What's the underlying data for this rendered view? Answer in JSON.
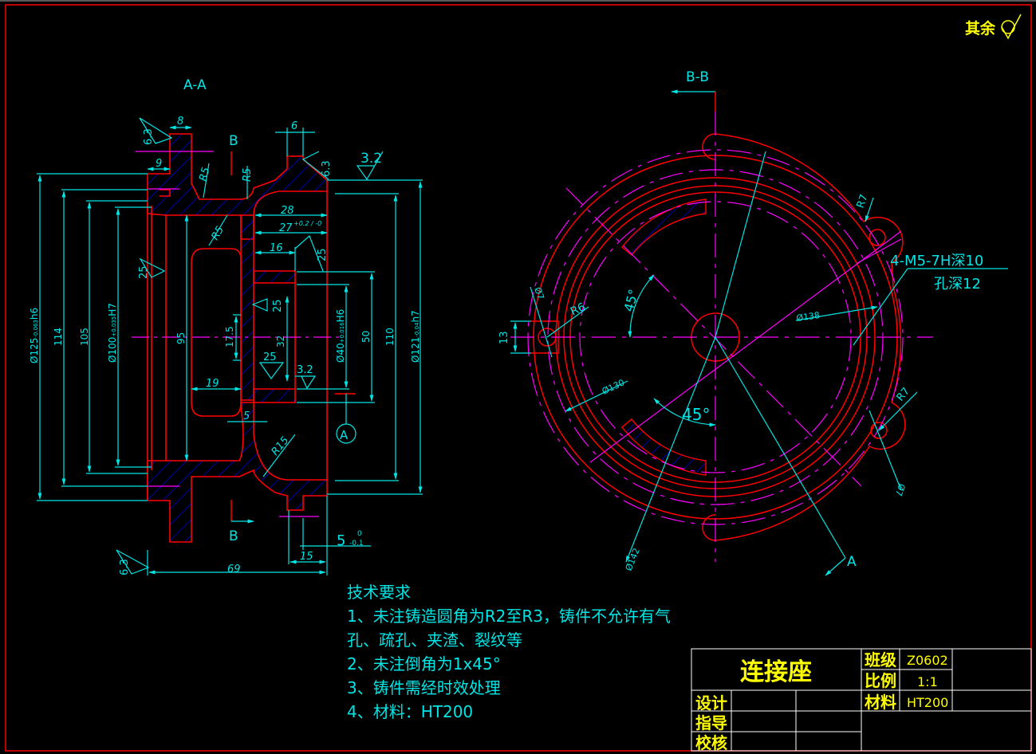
{
  "drawing": {
    "title": "连接座",
    "roughness_note": {
      "label": "其余",
      "symbol": "surface-finish-icon"
    },
    "colors": {
      "background": "#000000",
      "outline": "#ff0000",
      "dimension": "#00e5e5",
      "centerline": "#ff00ff",
      "hatch": "#0000ff",
      "titleblock_text": "#ffff00",
      "border": "#ff0000"
    }
  },
  "section_aa": {
    "label": "A-A",
    "cut_labels": [
      "B",
      "B"
    ],
    "dimensions": {
      "top_width": "8",
      "flange_step": "9",
      "boss_width": "6",
      "r5_a": "R5",
      "r5_b": "R5",
      "r5_c": "R5",
      "r15": "R15",
      "d125": "Ø125",
      "d125_tol": "-0.063",
      "d125_fit": "h6",
      "d114": "114",
      "d105": "105",
      "d100": "Ø100",
      "d100_tol": "+0.035",
      "d100_fit": "H7",
      "d95": "95",
      "d28": "28",
      "d27": "27",
      "d27_tol": "+0.2 / -0",
      "d16": "16",
      "d17_5": "17.5",
      "d19": "19",
      "d5": "5",
      "d32": "32",
      "d40": "Ø40",
      "d40_tol": "+0.016",
      "d40_fit": "H6",
      "d50": "50",
      "d110": "110",
      "d121": "Ø121",
      "d121_tol": "-0.04",
      "d121_fit": "h7",
      "d69": "69",
      "d15": "15",
      "d5b": "5",
      "d5b_tol_upper": "0",
      "d5b_tol_lower": "-0.1"
    },
    "roughness": [
      "6.3",
      "6.3",
      "3.2",
      "25",
      "25",
      "25",
      "25",
      "3.2",
      "6.3"
    ],
    "datum": "A"
  },
  "section_bb": {
    "label": "B-B",
    "dimensions": {
      "angle_a": "45°",
      "angle_b": "45°",
      "r6": "R6",
      "d7a": "Ø7",
      "h13": "13",
      "d130": "Ø130",
      "d138": "Ø138",
      "d142": "Ø142",
      "r7a": "R7",
      "r7b": "R7",
      "d7b": "Ø7"
    },
    "thread_note": [
      "4-M5-7H深10",
      "孔深12"
    ],
    "section_mark": "A"
  },
  "tech_requirements": {
    "heading": "技术要求",
    "items": [
      "1、未注铸造圆角为R2至R3，铸件不允许有气",
      "孔、疏孔、夹渣、裂纹等",
      "2、未注倒角为1x45°",
      "3、铸件需经时效处理",
      "4、材料：HT200"
    ]
  },
  "title_block": {
    "part_name": "连接座",
    "class_label": "班级",
    "class_value": "Z0602",
    "scale_label": "比例",
    "scale_value": "1:1",
    "material_label": "材料",
    "material_value": "HT200",
    "design_label": "设计",
    "guide_label": "指导",
    "check_label": "校核"
  }
}
